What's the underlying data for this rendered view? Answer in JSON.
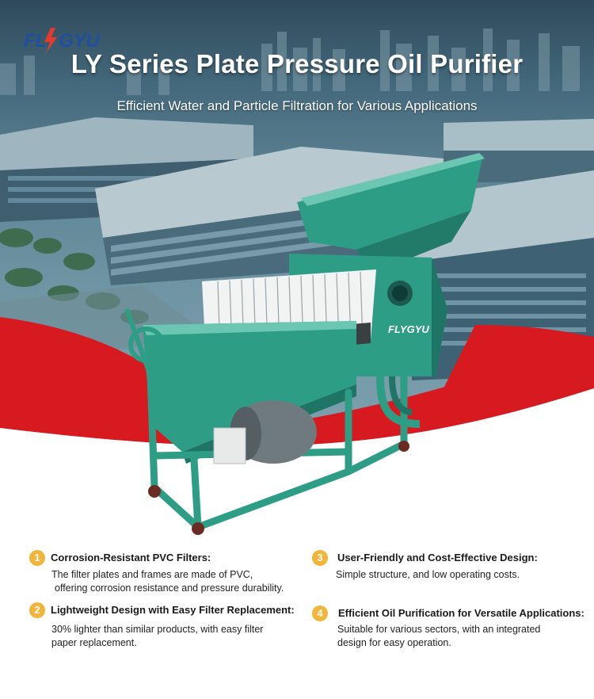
{
  "brand": {
    "logo_text": "FLYGYU"
  },
  "header": {
    "title": "LY Series Plate Pressure Oil Purifier",
    "subtitle": "Efficient Water and Particle Filtration for Various Applications"
  },
  "product": {
    "plate_label": "FLYGYU"
  },
  "colors": {
    "accent_red": "#d71920",
    "machine_green": "#2e9d86",
    "badge_orange": "#f2b53a"
  },
  "features": [
    {
      "number": "1",
      "title": "Corrosion-Resistant PVC Filters:",
      "desc_line1": "The filter plates and frames are made of PVC,",
      "desc_line2": "offering corrosion resistance and pressure durability."
    },
    {
      "number": "2",
      "title": "Lightweight Design with Easy Filter Replacement:",
      "desc_line1": "30% lighter than similar products, with easy filter",
      "desc_line2": "paper replacement."
    },
    {
      "number": "3",
      "title": "User-Friendly and Cost-Effective Design:",
      "desc_line1": "Simple structure, and low operating costs.",
      "desc_line2": ""
    },
    {
      "number": "4",
      "title": "Efficient Oil Purification for Versatile Applications:",
      "desc_line1": "Suitable for various sectors, with an integrated",
      "desc_line2": "design for easy operation."
    }
  ]
}
